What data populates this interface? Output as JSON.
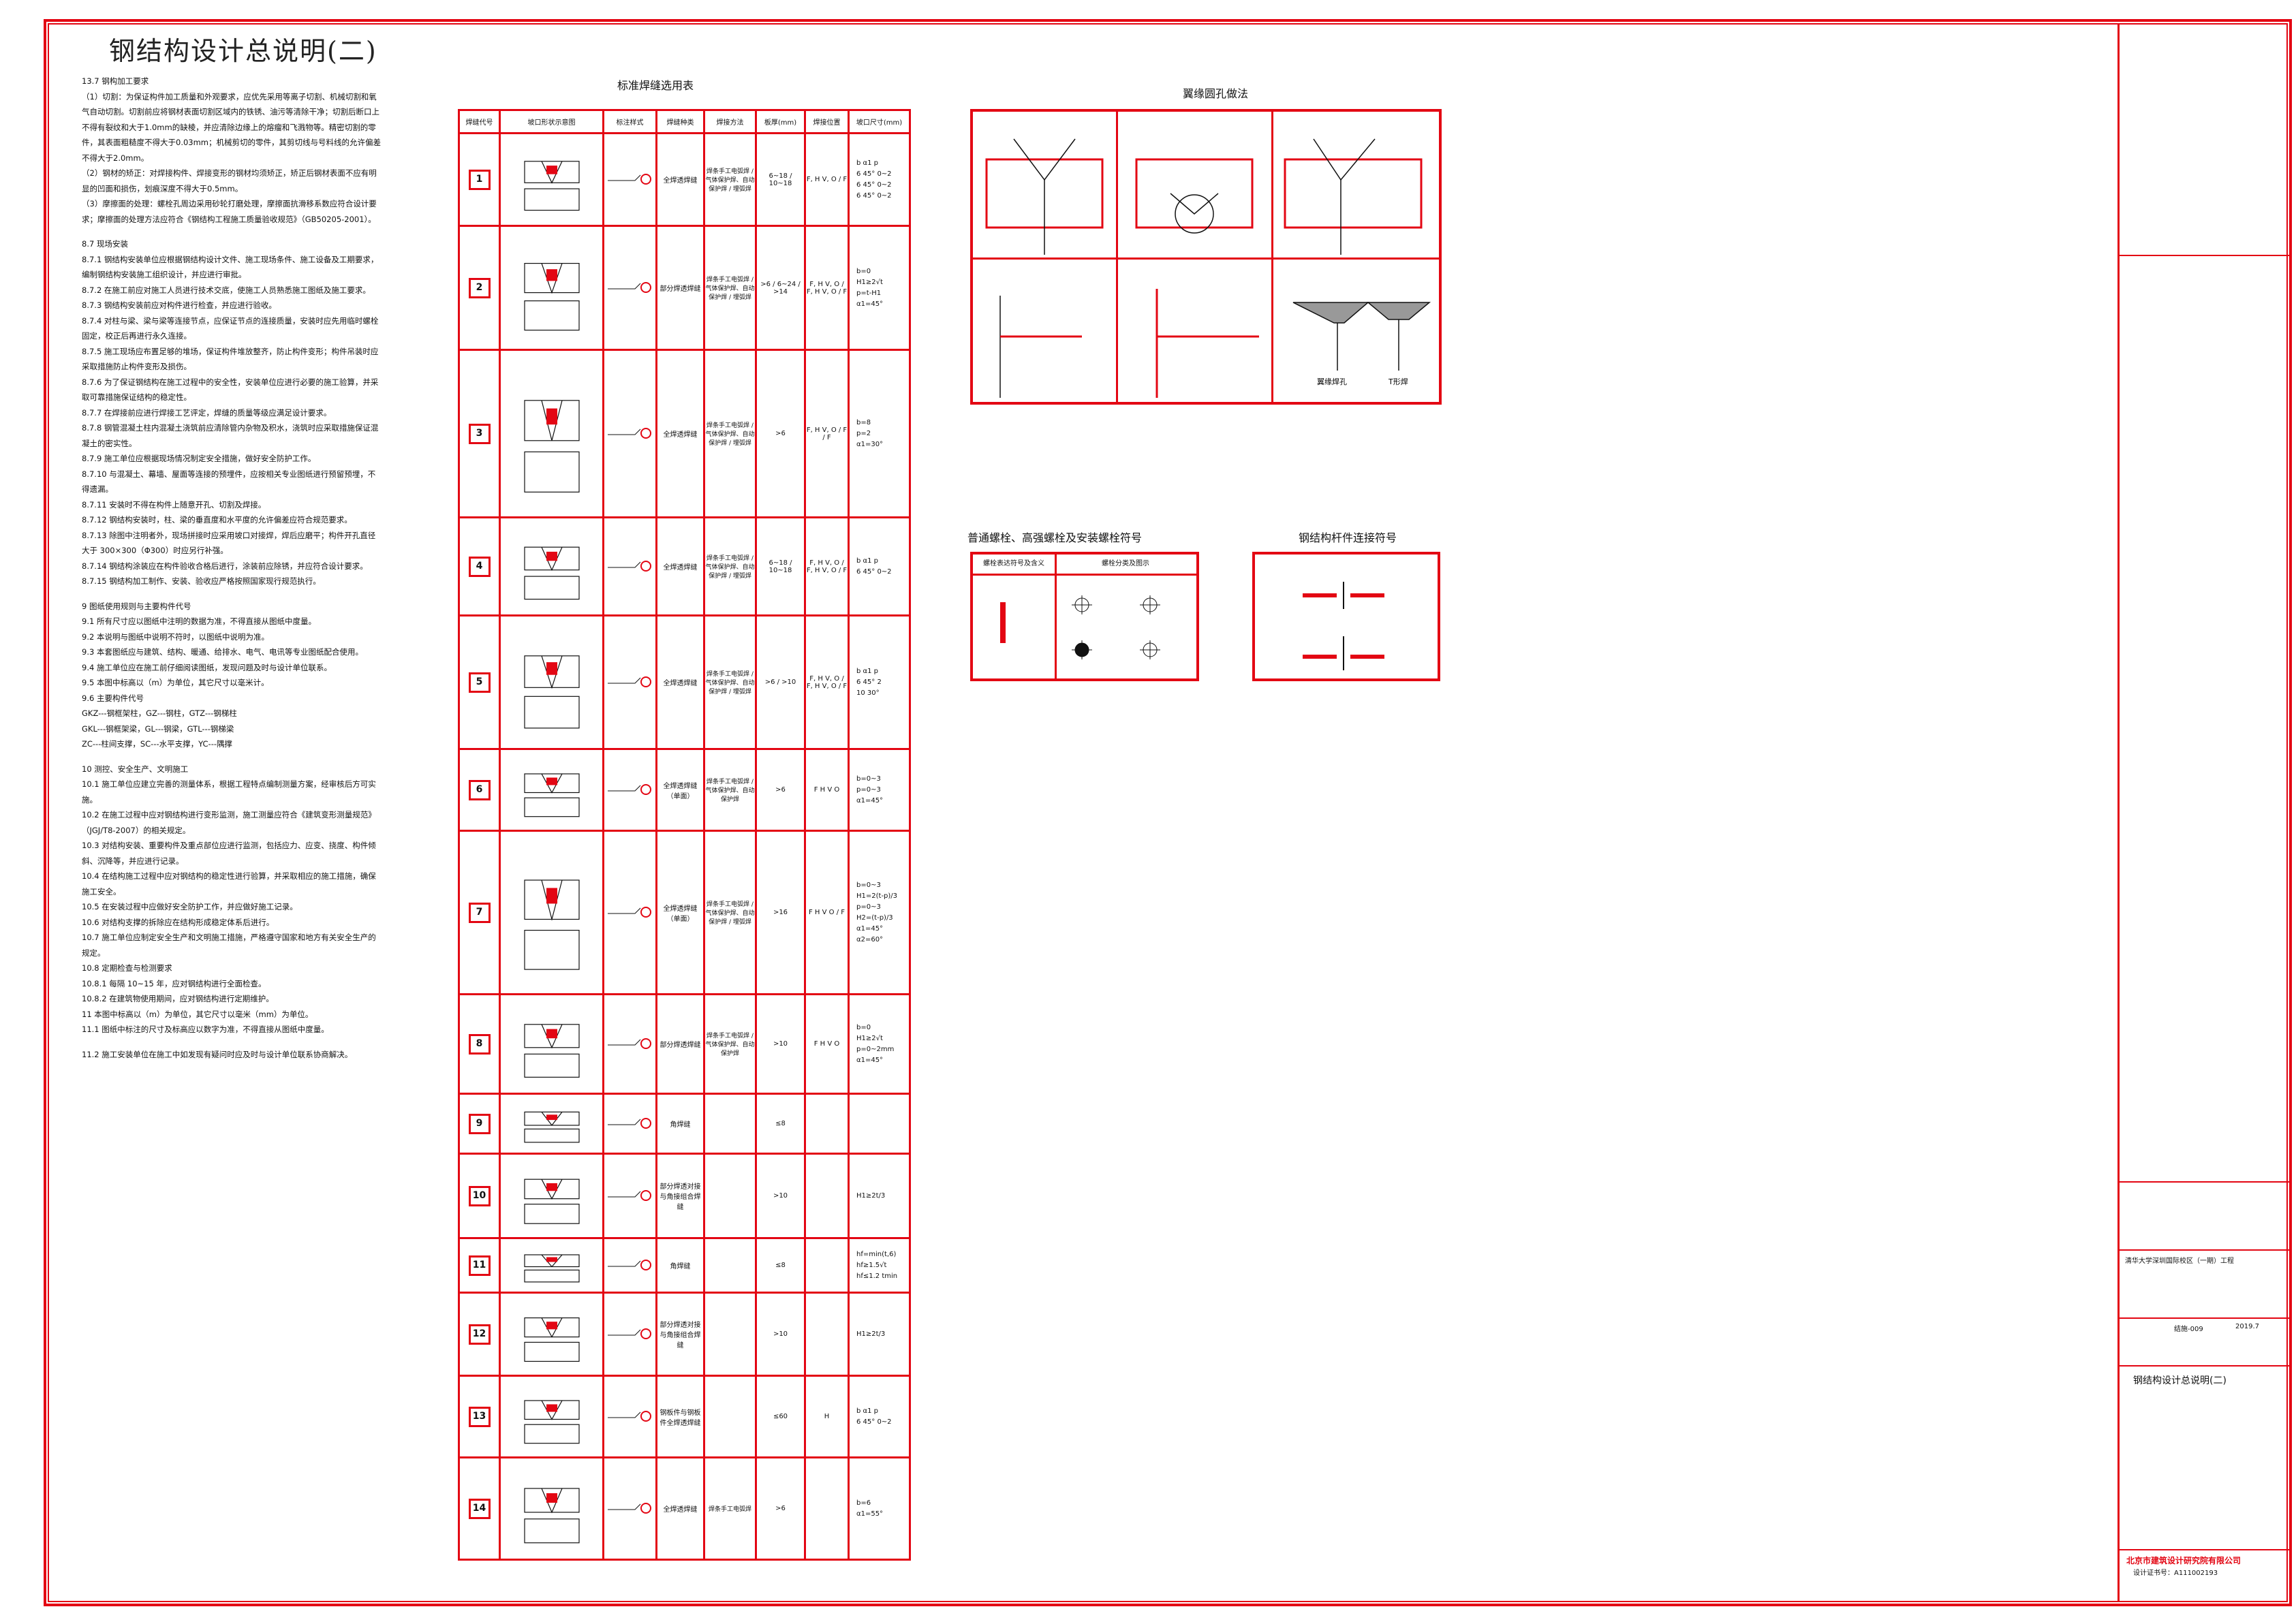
{
  "title": "钢结构设计总说明(二)",
  "notes": [
    "13.7  钢构加工要求",
    "（1）切割：为保证构件加工质量和外观要求，应优先采用等离子切割、机械切割和氧气自动切割。切割前应将钢材表面切割区域内的铁锈、油污等清除干净；切割后断口上不得有裂纹和大于1.0mm的缺棱，并应清除边缘上的熔瘤和飞溅物等。精密切割的零件，其表面粗糙度不得大于0.03mm；机械剪切的零件，其剪切线与号料线的允许偏差不得大于2.0mm。",
    "（2）钢材的矫正：对焊接构件、焊接变形的钢材均须矫正，矫正后钢材表面不应有明显的凹面和损伤，划痕深度不得大于0.5mm。",
    "（3）摩擦面的处理：螺栓孔周边采用砂轮打磨处理，摩擦面抗滑移系数应符合设计要求；摩擦面的处理方法应符合《钢结构工程施工质量验收规范》（GB50205-2001）。",
    "8.7  现场安装",
    "8.7.1  钢结构安装单位应根据钢结构设计文件、施工现场条件、施工设备及工期要求，编制钢结构安装施工组织设计，并应进行审批。",
    "8.7.2  在施工前应对施工人员进行技术交底，使施工人员熟悉施工图纸及施工要求。",
    "8.7.3  钢结构安装前应对构件进行检查，并应进行验收。",
    "8.7.4  对柱与梁、梁与梁等连接节点，应保证节点的连接质量，安装时应先用临时螺栓固定，校正后再进行永久连接。",
    "8.7.5  施工现场应布置足够的堆场，保证构件堆放整齐，防止构件变形；构件吊装时应采取措施防止构件变形及损伤。",
    "8.7.6  为了保证钢结构在施工过程中的安全性，安装单位应进行必要的施工验算，并采取可靠措施保证结构的稳定性。",
    "8.7.7  在焊接前应进行焊接工艺评定，焊缝的质量等级应满足设计要求。",
    "8.7.8  钢管混凝土柱内混凝土浇筑前应清除管内杂物及积水，浇筑时应采取措施保证混凝土的密实性。",
    "8.7.9  施工单位应根据现场情况制定安全措施，做好安全防护工作。",
    "8.7.10  与混凝土、幕墙、屋面等连接的预埋件，应按相关专业图纸进行预留预埋，不得遗漏。",
    "8.7.11  安装时不得在构件上随意开孔、切割及焊接。",
    "8.7.12  钢结构安装时，柱、梁的垂直度和水平度的允许偏差应符合规范要求。",
    "8.7.13  除图中注明者外，现场拼接时应采用坡口对接焊，焊后应磨平；构件开孔直径大于 300×300（Φ300）时应另行补强。",
    "8.7.14  钢结构涂装应在构件验收合格后进行，涂装前应除锈，并应符合设计要求。",
    "8.7.15  钢结构加工制作、安装、验收应严格按照国家现行规范执行。",
    "9  图纸使用规则与主要构件代号",
    "9.1  所有尺寸应以图纸中注明的数据为准，不得直接从图纸中度量。",
    "9.2  本说明与图纸中说明不符时，以图纸中说明为准。",
    "9.3  本套图纸应与建筑、结构、暖通、给排水、电气、电讯等专业图纸配合使用。",
    "9.4  施工单位应在施工前仔细阅读图纸，发现问题及时与设计单位联系。",
    "9.5  本图中标高以（m）为单位，其它尺寸以毫米计。",
    "9.6  主要构件代号",
    "GKZ---钢框架柱，GZ---钢柱，GTZ---钢梯柱",
    "GKL---钢框架梁，GL---钢梁，GTL---钢梯梁",
    "ZC---柱间支撑，SC---水平支撑，YC---隅撑",
    "10  测控、安全生产、文明施工",
    "10.1  施工单位应建立完善的测量体系，根据工程特点编制测量方案，经审核后方可实施。",
    "10.2  在施工过程中应对钢结构进行变形监测，施工测量应符合《建筑变形测量规范》（JGJ/T8-2007）的相关规定。",
    "10.3  对结构安装、重要构件及重点部位应进行监测，包括应力、应变、挠度、构件倾斜、沉降等，并应进行记录。",
    "10.4  在结构施工过程中应对钢结构的稳定性进行验算，并采取相应的施工措施，确保施工安全。",
    "10.5  在安装过程中应做好安全防护工作，并应做好施工记录。",
    "10.6  对结构支撑的拆除应在结构形成稳定体系后进行。",
    "10.7  施工单位应制定安全生产和文明施工措施，严格遵守国家和地方有关安全生产的规定。",
    "10.8  定期检查与检测要求",
    "10.8.1  每隔 10~15 年，应对钢结构进行全面检查。",
    "10.8.2  在建筑物使用期间，应对钢结构进行定期维护。",
    "11  本图中标高以（m）为单位，其它尺寸以毫米（mm）为单位。",
    "11.1  图纸中标注的尺寸及标高应以数字为准，不得直接从图纸中度量。",
    "11.2  施工安装单位在施工中如发现有疑问时应及时与设计单位联系协商解决。"
  ],
  "weld_table": {
    "title": "标准焊缝选用表",
    "headers": [
      "焊缝代号",
      "坡口形状示意图",
      "标注样式",
      "焊缝种类",
      "焊接方法",
      "板厚(mm)",
      "焊接位置",
      "坡口尺寸(mm)"
    ],
    "rows": [
      {
        "no": "1",
        "kind": "全焊透焊缝",
        "methods": [
          "焊条手工电弧焊",
          "气体保护焊、自动保护焊",
          "埋弧焊"
        ],
        "thick": [
          "6~18",
          "10~18"
        ],
        "pos": [
          "F, H V, O",
          "F"
        ],
        "params": "b  α1  p / 6  45°  0~2 / 6  45°  0~2 / 6  45°  0~2"
      },
      {
        "no": "2",
        "kind": "部分焊透焊缝",
        "methods": [
          "焊条手工电弧焊",
          "气体保护焊、自动保护焊",
          "埋弧焊"
        ],
        "thick": [
          ">6",
          "6~24",
          ">14"
        ],
        "pos": [
          "F, H V, O",
          "F, H V, O",
          "F"
        ],
        "params": "b=0 / H1≥2√t / p=t-H1 / α1=45°"
      },
      {
        "no": "3",
        "kind": "全焊透焊缝",
        "methods": [
          "焊条手工电弧焊",
          "气体保护焊、自动保护焊",
          "埋弧焊"
        ],
        "thick": [
          ">6"
        ],
        "pos": [
          "F, H V, O",
          "F",
          "F"
        ],
        "params": "b=8 / p=2 / α1=30°"
      },
      {
        "no": "4",
        "kind": "全焊透焊缝",
        "methods": [
          "焊条手工电弧焊",
          "气体保护焊、自动保护焊",
          "埋弧焊"
        ],
        "thick": [
          "6~18",
          "10~18"
        ],
        "pos": [
          "F, H V, O",
          "F, H V, O",
          "F"
        ],
        "params": "b  α1  p / 6  45°  0~2"
      },
      {
        "no": "5",
        "kind": "全焊透焊缝",
        "methods": [
          "焊条手工电弧焊",
          "气体保护焊、自动保护焊",
          "埋弧焊"
        ],
        "thick": [
          ">6",
          ">10"
        ],
        "pos": [
          "F, H V, O",
          "F, H V, O",
          "F"
        ],
        "params": "b  α1  p / 6  45°  2 / 10  30°"
      },
      {
        "no": "6",
        "kind": "全焊透焊缝（单面）",
        "methods": [
          "焊条手工电弧焊",
          "气体保护焊、自动保护焊"
        ],
        "thick": [
          ">6"
        ],
        "pos": [
          "F H V O"
        ],
        "params": "b=0~3 / p=0~3 / α1=45°"
      },
      {
        "no": "7",
        "kind": "全焊透焊缝（单面）",
        "methods": [
          "焊条手工电弧焊",
          "气体保护焊、自动保护焊",
          "埋弧焊"
        ],
        "thick": [
          ">16"
        ],
        "pos": [
          "F H V O",
          "F"
        ],
        "params": "b=0~3 / H1=2(t-p)/3 / p=0~3 / H2=(t-p)/3 / α1=45° / α2=60°"
      },
      {
        "no": "8",
        "kind": "部分焊透焊缝",
        "methods": [
          "焊条手工电弧焊",
          "气体保护焊、自动保护焊"
        ],
        "thick": [
          ">10"
        ],
        "pos": [
          "F H V O"
        ],
        "params": "b=0 / H1≥2√t / p=0~2mm / α1=45°"
      },
      {
        "no": "9",
        "kind": "角焊缝",
        "methods": [
          ""
        ],
        "thick": [
          "≤8"
        ],
        "pos": [
          ""
        ],
        "params": ""
      },
      {
        "no": "10",
        "kind": "部分焊透对接与角接组合焊缝",
        "methods": [
          ""
        ],
        "thick": [
          ">10"
        ],
        "pos": [
          ""
        ],
        "params": "H1≥2t/3"
      },
      {
        "no": "11",
        "kind": "角焊缝",
        "methods": [
          ""
        ],
        "thick": [
          "≤8"
        ],
        "pos": [
          ""
        ],
        "params": "hf=min(t,6) / hf≥1.5√t / hf≤1.2 tmin"
      },
      {
        "no": "12",
        "kind": "部分焊透对接与角接组合焊缝",
        "methods": [
          ""
        ],
        "thick": [
          ">10"
        ],
        "pos": [
          ""
        ],
        "params": "H1≥2t/3"
      },
      {
        "no": "13",
        "kind": "钢板件与钢板件全焊透焊缝",
        "methods": [
          ""
        ],
        "thick": [
          "≤60"
        ],
        "pos": [
          "H"
        ],
        "params": "b  α1  p / 6  45°  0~2"
      },
      {
        "no": "14",
        "kind": "全焊透焊缝",
        "methods": [
          "焊条手工电弧焊"
        ],
        "thick": [
          ">6"
        ],
        "pos": [
          ""
        ],
        "params": "b=6 / α1=55°"
      }
    ]
  },
  "hole_panel": {
    "title": "翼缘圆孔做法",
    "labels": [
      "翼缘焊孔",
      "T形焊"
    ]
  },
  "bolt_panel": {
    "title": "普通螺栓、高强螺栓及安装螺栓符号",
    "col1": "螺栓表达符号及含义",
    "col2": "螺栓分类及图示"
  },
  "conn_panel": {
    "title": "钢结构杆件连接符号"
  },
  "title_block": {
    "project": "清华大学深圳国际校区（一期）工程",
    "drawing_name": "钢结构设计总说明(二)",
    "drawing_no": "结施-009",
    "date": "2019.7",
    "company": "北京市建筑设计研究院有限公司",
    "cert": "设计证书号：A111002193"
  }
}
